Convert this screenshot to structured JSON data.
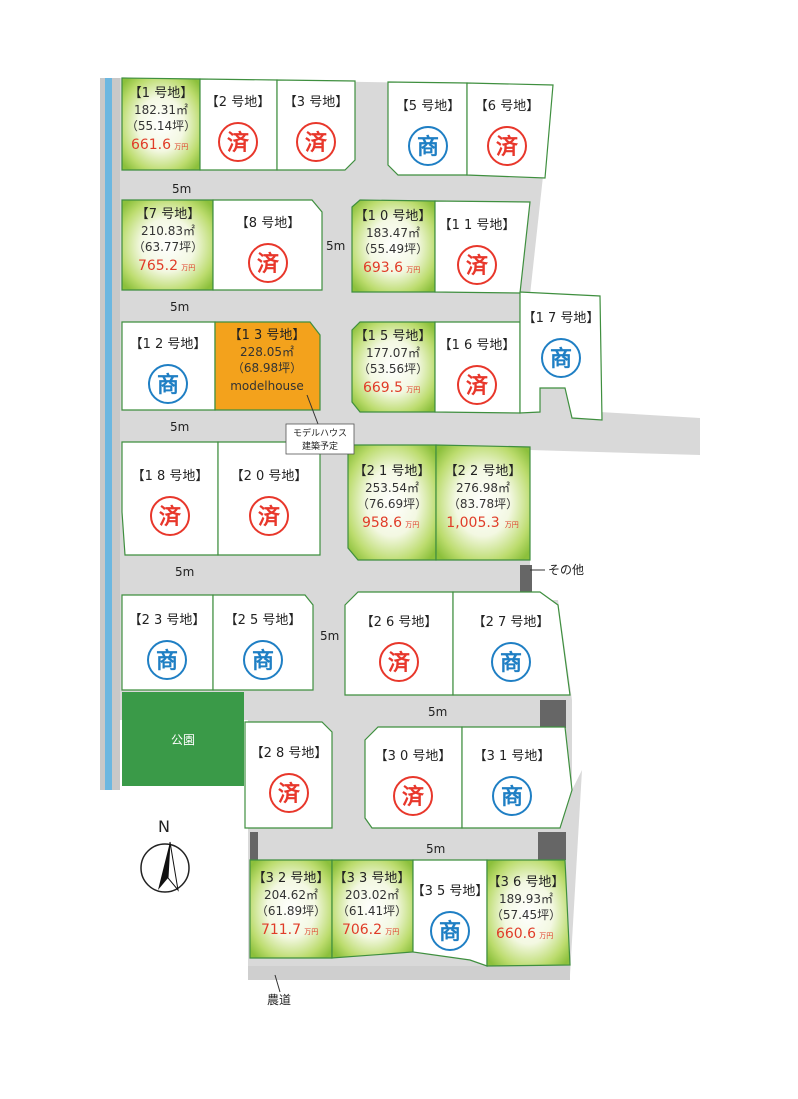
{
  "colors": {
    "sold": "#e8372b",
    "commercial": "#1f7fc4",
    "available_fill": "#b8d96a",
    "model_fill": "#f3a21c",
    "park": "#3a9a48",
    "road": "#d9d9d9",
    "waterway": "#6cb7e0",
    "lot_border": "#3f8f3f"
  },
  "status_marks": {
    "sold": "済",
    "commercial": "商"
  },
  "lots": [
    {
      "id": "1",
      "name": "【1 号地】",
      "status": "available",
      "area_m2": "182.31㎡",
      "area_tsubo": "（55.14坪）",
      "price": "661.6",
      "unit": "万円"
    },
    {
      "id": "2",
      "name": "【2 号地】",
      "status": "sold"
    },
    {
      "id": "3",
      "name": "【3 号地】",
      "status": "sold"
    },
    {
      "id": "5",
      "name": "【5 号地】",
      "status": "commercial"
    },
    {
      "id": "6",
      "name": "【6 号地】",
      "status": "sold"
    },
    {
      "id": "7",
      "name": "【7 号地】",
      "status": "available",
      "area_m2": "210.83㎡",
      "area_tsubo": "（63.77坪）",
      "price": "765.2",
      "unit": "万円"
    },
    {
      "id": "8",
      "name": "【8 号地】",
      "status": "sold"
    },
    {
      "id": "10",
      "name": "【1 0 号地】",
      "status": "available",
      "area_m2": "183.47㎡",
      "area_tsubo": "（55.49坪）",
      "price": "693.6",
      "unit": "万円"
    },
    {
      "id": "11",
      "name": "【1 1 号地】",
      "status": "sold"
    },
    {
      "id": "12",
      "name": "【1 2 号地】",
      "status": "commercial"
    },
    {
      "id": "13",
      "name": "【1 3 号地】",
      "status": "model",
      "area_m2": "228.05㎡",
      "area_tsubo": "（68.98坪）",
      "extra": "modelhouse"
    },
    {
      "id": "15",
      "name": "【1 5 号地】",
      "status": "available",
      "area_m2": "177.07㎡",
      "area_tsubo": "（53.56坪）",
      "price": "669.5",
      "unit": "万円"
    },
    {
      "id": "16",
      "name": "【1 6 号地】",
      "status": "sold"
    },
    {
      "id": "17",
      "name": "【1 7 号地】",
      "status": "commercial"
    },
    {
      "id": "18",
      "name": "【1 8 号地】",
      "status": "sold"
    },
    {
      "id": "20",
      "name": "【2 0 号地】",
      "status": "sold"
    },
    {
      "id": "21",
      "name": "【2 1 号地】",
      "status": "available",
      "area_m2": "253.54㎡",
      "area_tsubo": "（76.69坪）",
      "price": "958.6",
      "unit": "万円"
    },
    {
      "id": "22",
      "name": "【2 2 号地】",
      "status": "available",
      "area_m2": "276.98㎡",
      "area_tsubo": "（83.78坪）",
      "price": "1,005.3",
      "unit": "万円"
    },
    {
      "id": "23",
      "name": "【2 3 号地】",
      "status": "commercial"
    },
    {
      "id": "25",
      "name": "【2 5 号地】",
      "status": "commercial"
    },
    {
      "id": "26",
      "name": "【2 6 号地】",
      "status": "sold"
    },
    {
      "id": "27",
      "name": "【2 7 号地】",
      "status": "commercial"
    },
    {
      "id": "28",
      "name": "【2 8 号地】",
      "status": "sold"
    },
    {
      "id": "30",
      "name": "【3 0 号地】",
      "status": "sold"
    },
    {
      "id": "31",
      "name": "【3 1 号地】",
      "status": "commercial"
    },
    {
      "id": "32",
      "name": "【3 2 号地】",
      "status": "available",
      "area_m2": "204.62㎡",
      "area_tsubo": "（61.89坪）",
      "price": "711.7",
      "unit": "万円"
    },
    {
      "id": "33",
      "name": "【3 3 号地】",
      "status": "available",
      "area_m2": "203.02㎡",
      "area_tsubo": "（61.41坪）",
      "price": "706.2",
      "unit": "万円"
    },
    {
      "id": "35",
      "name": "【3 5 号地】",
      "status": "commercial"
    },
    {
      "id": "36",
      "name": "【3 6 号地】",
      "status": "available",
      "area_m2": "189.93㎡",
      "area_tsubo": "（57.45坪）",
      "price": "660.6",
      "unit": "万円"
    }
  ],
  "labels": {
    "road_width": "5m",
    "park": "公園",
    "other": "その他",
    "farm_road": "農道",
    "north": "N",
    "model_note_line1": "モデルハウス",
    "model_note_line2": "建築予定"
  }
}
